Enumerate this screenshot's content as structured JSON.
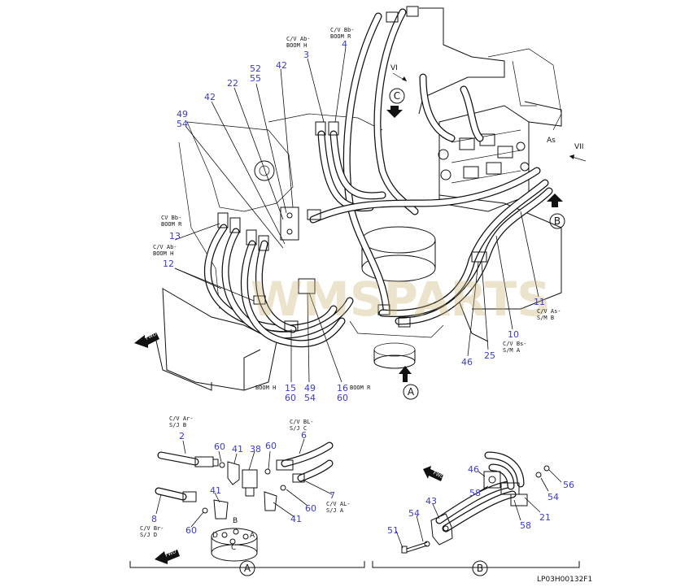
{
  "diagram": {
    "code": "LP03H00132F1",
    "watermark": "WMSPARTS",
    "views": {
      "A": "A",
      "B": "B",
      "C": "C",
      "VI": "VI",
      "VII": "VII",
      "As": "As"
    },
    "fwd": "FWD",
    "labels": {
      "cv_ab_boom_h_top": "C/V Ab-\nBOOM H",
      "cv_bb_boom_r_top": "C/V Bb-\nBOOM R",
      "cv_bb_boom_r_left": "CV Bb-\nBOOM R",
      "cv_ab_boom_h_left": "C/V Ab-\nBOOM H",
      "cv_as_sm_b": "C/V As-\nS/M B",
      "cv_bs_sm_a": "C/V Bs-\nS/M A",
      "boom_h": "BOOM H",
      "boom_r": "BOOM R",
      "cv_ar_sj_b": "C/V Ar-\nS/J B",
      "cv_bl_sj_c": "C/V BL-\nS/J C",
      "cv_br_sj_d": "C/V Br-\nS/J D",
      "cv_al_sj_a": "C/V AL-\nS/J A"
    },
    "swivel_ports": {
      "a": "A",
      "b": "B",
      "c": "C",
      "d": "D"
    },
    "part_numbers": {
      "n3": "3",
      "n4": "4",
      "n42a": "42",
      "n42b": "42",
      "n52": "52",
      "n55": "55",
      "n22": "22",
      "n49a": "49",
      "n54a": "54",
      "n13": "13",
      "n12": "12",
      "n11": "11",
      "n10": "10",
      "n46a": "46",
      "n25": "25",
      "n15": "15",
      "n60a": "60",
      "n49b": "49",
      "n54b": "54",
      "n16": "16",
      "n60b": "60",
      "n2": "2",
      "n60c": "60",
      "n41a": "41",
      "n38": "38",
      "n60d": "60",
      "n6": "6",
      "n41b": "41",
      "n8": "8",
      "n60e": "60",
      "n7": "7",
      "n60f": "60",
      "n41c": "41",
      "n46b": "46",
      "n58a": "58",
      "n54c": "54",
      "n56": "56",
      "n43": "43",
      "n54d": "54",
      "n21": "21",
      "n58b": "58",
      "n51": "51"
    }
  }
}
